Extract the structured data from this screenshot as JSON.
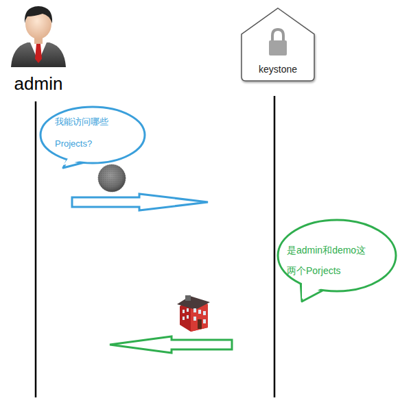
{
  "diagram": {
    "nodes": [
      {
        "text": [
          "admin"
        ]
      },
      {
        "text": [
          "keystone"
        ]
      },
      {
        "text": [
          "我能访问哪些 Projects?"
        ]
      },
      {
        "text": [
          "是admin和demo这 两个Porjects"
        ]
      }
    ],
    "edges": [
      {
        "from": 0,
        "to": 1,
        "arrow": "to"
      },
      {
        "from": 1,
        "to": 0,
        "arrow": "to"
      }
    ]
  }
}
